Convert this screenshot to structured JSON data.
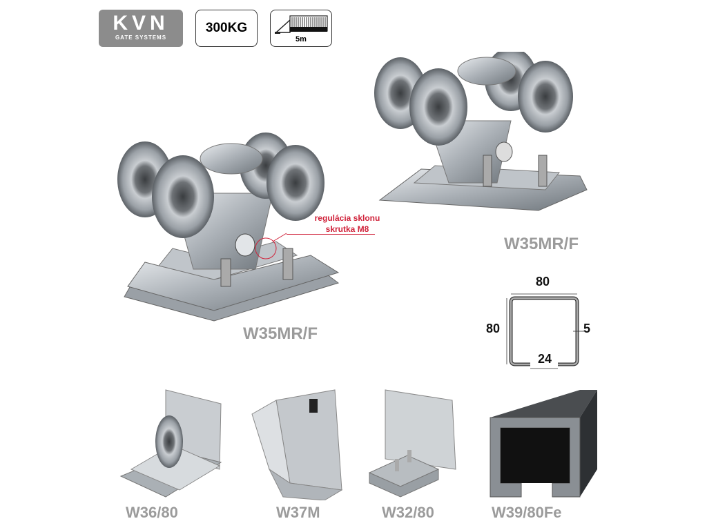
{
  "header": {
    "logo": {
      "brand": "KVN",
      "subtitle": "GATE SYSTEMS",
      "bg_color": "#8c8c8c"
    },
    "badges": [
      {
        "label": "300KG",
        "icon": "weight"
      },
      {
        "label": "5m",
        "icon": "sliding-gate-icon"
      }
    ]
  },
  "products": {
    "main_left": {
      "label": "W35MR/F"
    },
    "main_right": {
      "label": "W35MR/F"
    },
    "annotation": {
      "line1": "regulácia sklonu",
      "line2": "skrutka M8",
      "color": "#d0223a"
    },
    "accessories": [
      {
        "label": "W36/80"
      },
      {
        "label": "W37M"
      },
      {
        "label": "W32/80"
      },
      {
        "label": "W39/80Fe"
      }
    ]
  },
  "profile_diagram": {
    "width": "80",
    "height": "80",
    "thickness": "5",
    "opening": "24"
  }
}
